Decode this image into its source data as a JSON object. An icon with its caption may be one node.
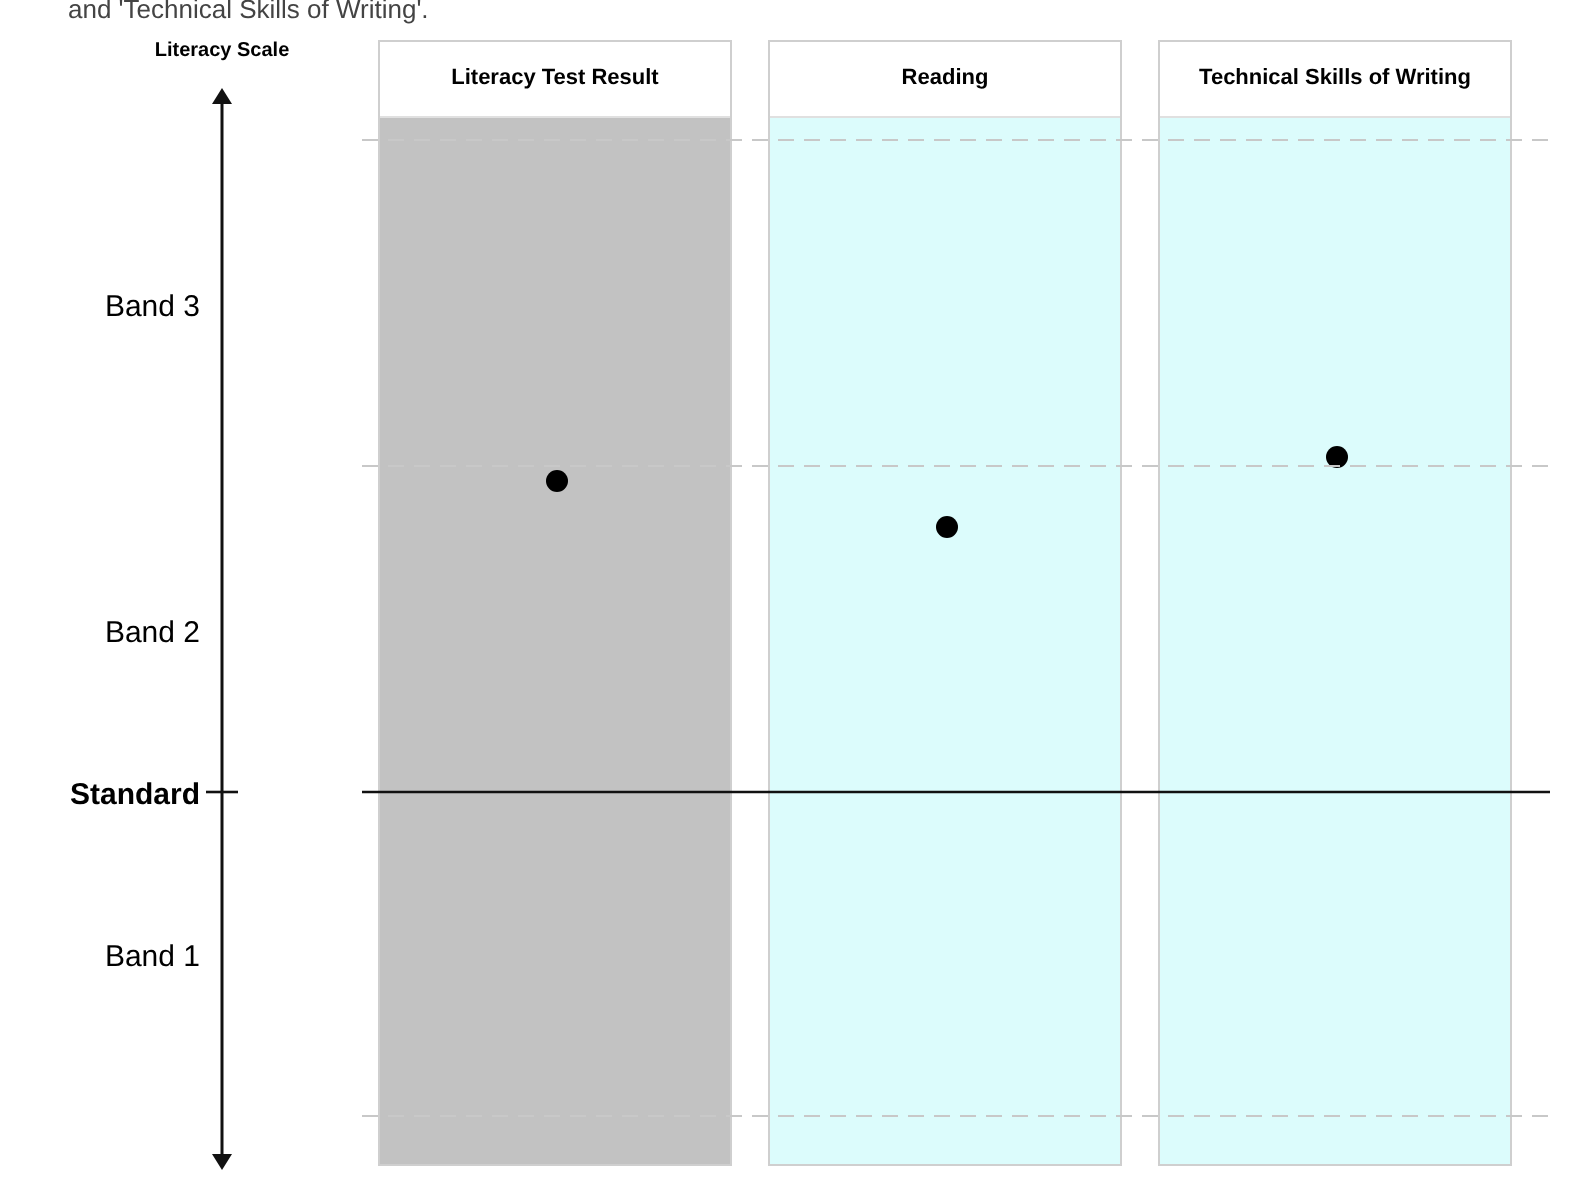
{
  "diagram": {
    "nodes": [
      {
        "text": [
          "Literacy Test Result"
        ]
      },
      {
        "text": [
          "Reading"
        ]
      },
      {
        "text": [
          "Technical Skills of Writing"
        ]
      },
      {
        "text": [],
        "shape": "circle",
        "in": 0
      },
      {
        "text": [],
        "shape": "circle",
        "in": 1
      },
      {
        "text": [],
        "shape": "circle",
        "in": 2
      }
    ],
    "labels": [
      "and 'Technical Skills of Writing'.",
      "Literacy Scale",
      "Band 3",
      "Band 2",
      "Standard",
      "Band 1"
    ]
  }
}
